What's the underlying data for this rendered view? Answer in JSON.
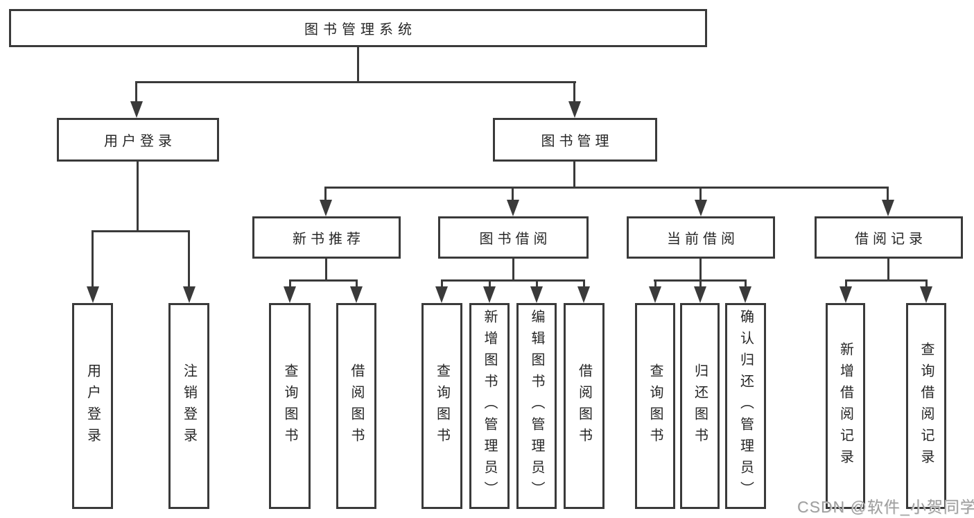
{
  "diagram": {
    "title": "图书管理系统",
    "branches": [
      {
        "label": "用户登录",
        "children": [
          {
            "label": "用户登录"
          },
          {
            "label": "注销登录"
          }
        ]
      },
      {
        "label": "图书管理",
        "children": [
          {
            "label": "新书推荐",
            "children": [
              {
                "label": "查询图书"
              },
              {
                "label": "借阅图书"
              }
            ]
          },
          {
            "label": "图书借阅",
            "children": [
              {
                "label": "查询图书"
              },
              {
                "label": "新增图书（管理员）"
              },
              {
                "label": "编辑图书（管理员）"
              },
              {
                "label": "借阅图书"
              }
            ]
          },
          {
            "label": "当前借阅",
            "children": [
              {
                "label": "查询图书"
              },
              {
                "label": "归还图书"
              },
              {
                "label": "确认归还（管理员）"
              }
            ]
          },
          {
            "label": "借阅记录",
            "children": [
              {
                "label": "新增借阅记录"
              },
              {
                "label": "查询借阅记录"
              }
            ]
          }
        ]
      }
    ]
  },
  "watermark": {
    "text": "CSDN @软件_小贺同学"
  },
  "colors": {
    "line": "#3a3a3a",
    "text": "#262626",
    "background": "#ffffff",
    "watermark": "#9e9e9e"
  }
}
